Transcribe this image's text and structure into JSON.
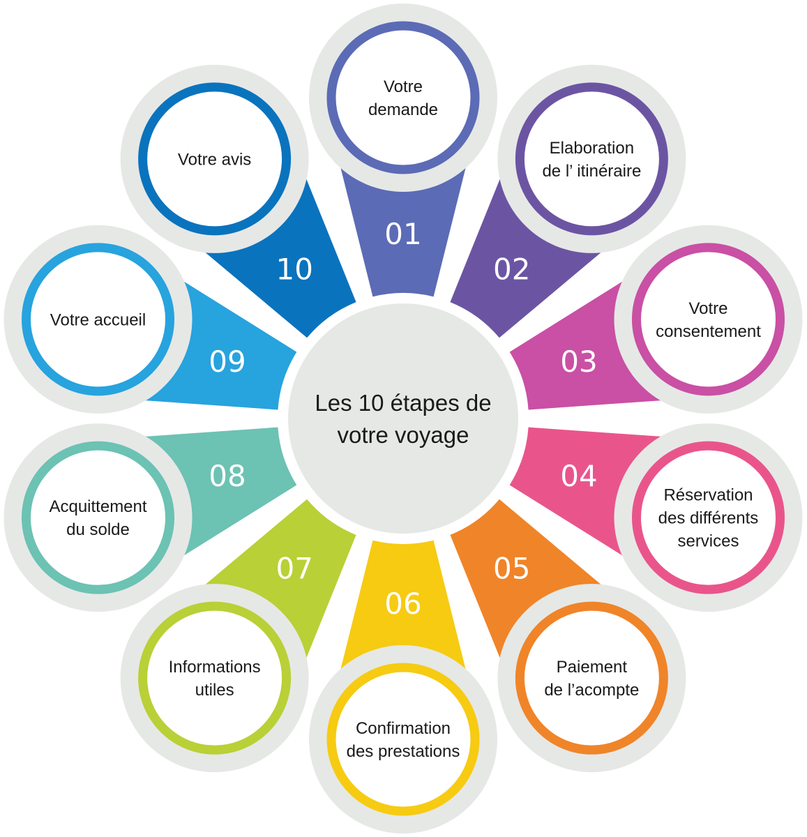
{
  "center": {
    "lines": [
      "Les 10 étapes de",
      "votre voyage"
    ],
    "color": "#e6e8e6"
  },
  "ring_color": "#e6e8e6",
  "steps": [
    {
      "number": "01",
      "label": [
        "Votre",
        "demande"
      ],
      "color": "#5c6bb5"
    },
    {
      "number": "02",
      "label": [
        "Elaboration",
        "de l’ itinéraire"
      ],
      "color": "#6b55a3"
    },
    {
      "number": "03",
      "label": [
        "Votre",
        "consentement"
      ],
      "color": "#c950a4"
    },
    {
      "number": "04",
      "label": [
        "Réservation",
        "des différents",
        "services"
      ],
      "color": "#e9558b"
    },
    {
      "number": "05",
      "label": [
        "Paiement",
        "de l’acompte"
      ],
      "color": "#f08428"
    },
    {
      "number": "06",
      "label": [
        "Confirmation",
        "des prestations"
      ],
      "color": "#f6cb12"
    },
    {
      "number": "07",
      "label": [
        "Informations",
        "utiles"
      ],
      "color": "#b9d036"
    },
    {
      "number": "08",
      "label": [
        "Acquittement",
        "du solde"
      ],
      "color": "#6cc2b3"
    },
    {
      "number": "09",
      "label": [
        "Votre accueil"
      ],
      "color": "#27a3de"
    },
    {
      "number": "10",
      "label": [
        "Votre avis"
      ],
      "color": "#0a73be"
    }
  ]
}
